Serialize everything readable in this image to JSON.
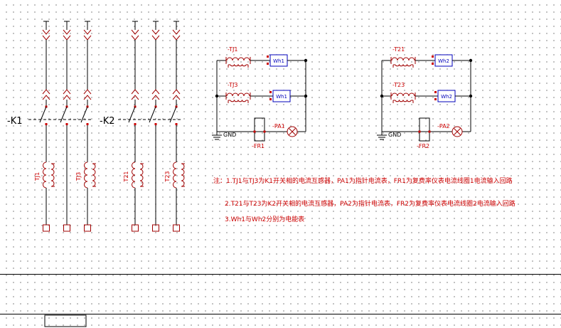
{
  "breakers": {
    "k1": {
      "label": "-K1",
      "ct_left": "TJ1",
      "ct_right": "TJ3"
    },
    "k2": {
      "label": "-K2",
      "ct_left": "T21",
      "ct_right": "T23"
    }
  },
  "circuit1": {
    "transformer_top": "-TJ1",
    "transformer_bottom": "-TJ3",
    "meter_top": "Wh1",
    "meter_bottom": "Wh1",
    "ground": "GND",
    "relay": "-FR1",
    "ammeter": "-PA1"
  },
  "circuit2": {
    "transformer_top": "-T21",
    "transformer_bottom": "-T23",
    "meter_top": "Wh2",
    "meter_bottom": "Wh2",
    "ground": "GND",
    "relay": "-FR2",
    "ammeter": "-PA2"
  },
  "notes": {
    "line1": "注：1.TJ1与TJ3为K1开关相的电流互感器，PA1为指针电流表，FR1为复费率仪表电流线圈1电流输入回路",
    "line2": "2.T21与T23为K2开关相的电流互感器，PA2为指针电流表，FR2为复费率仪表电流线圈2电流输入回路",
    "line3": "3.Wh1与Wh2分别为电能表"
  },
  "colors": {
    "symbol_red": "#a00000",
    "label_red": "#cc0000",
    "meter_blue": "#0000bb",
    "wire_black": "#000000"
  }
}
